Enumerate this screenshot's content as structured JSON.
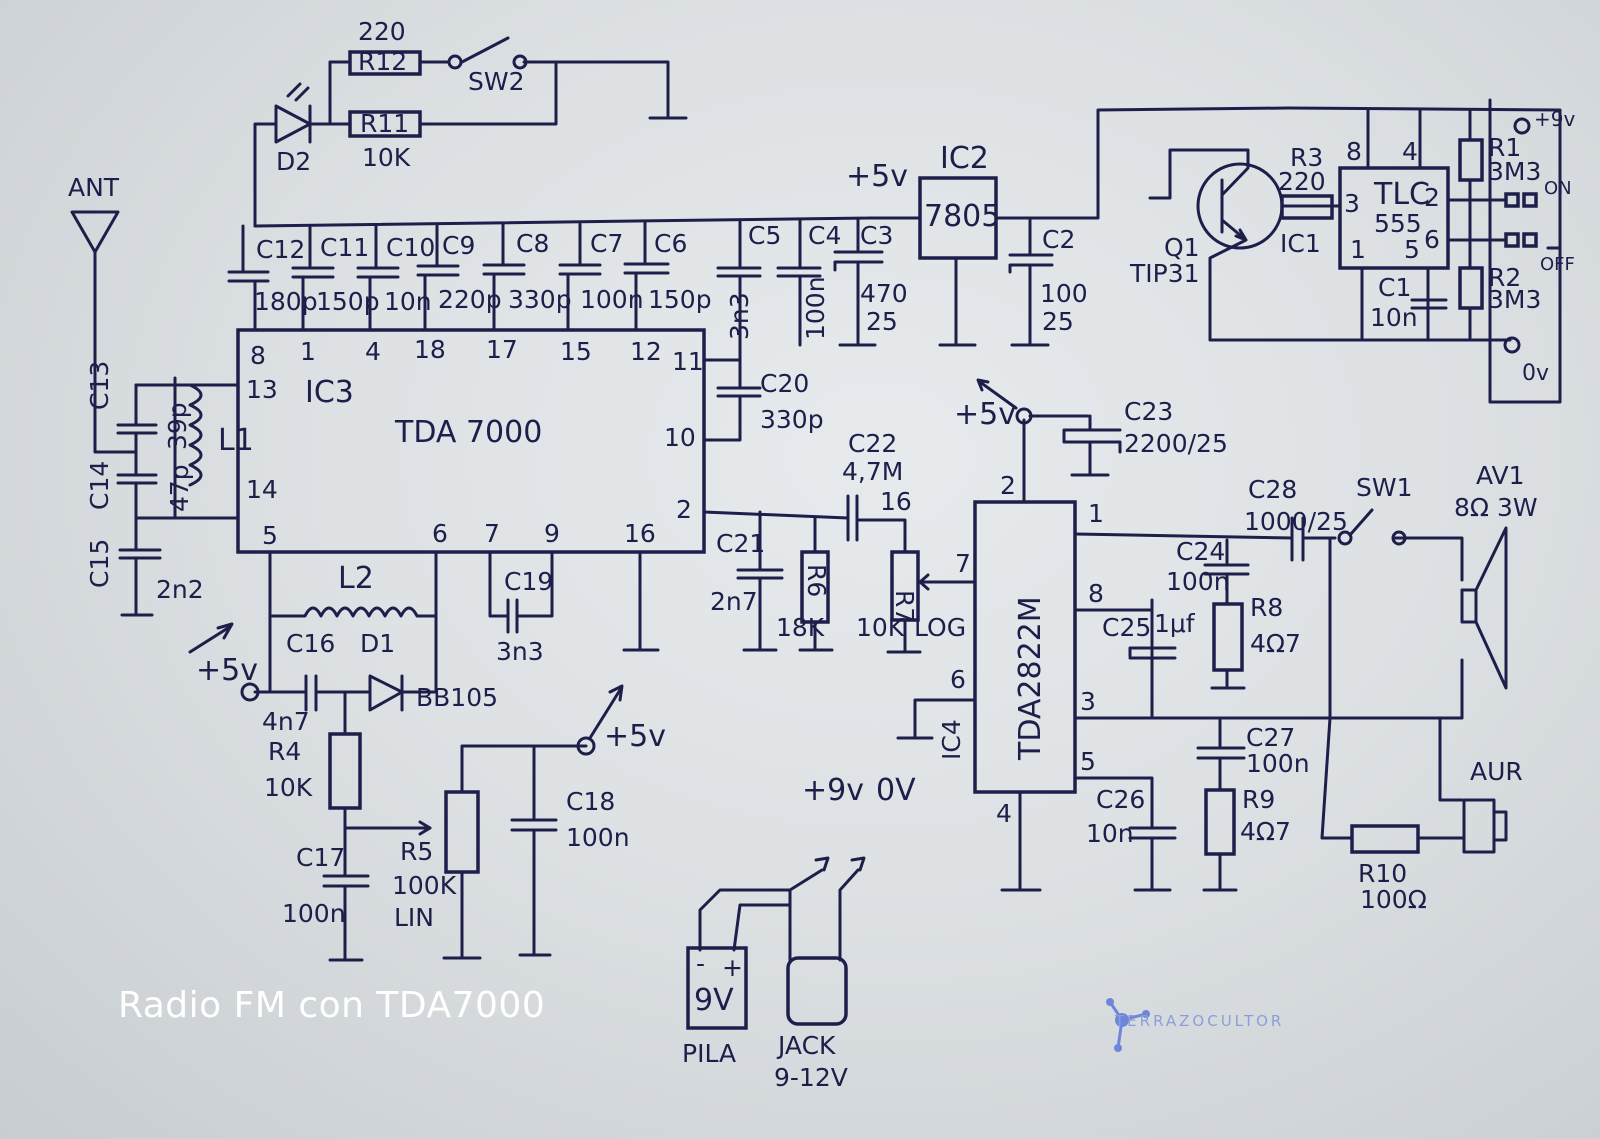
{
  "caption": "Radio FM con TDA7000",
  "watermark": "TERRAZOCULTOR",
  "ink_color": "#1d1f4a",
  "chips": {
    "ic3_ref": "IC3",
    "ic3_name": "TDA 7000",
    "ic4_ref": "IC4",
    "ic4_name": "TDA2822M",
    "ic2_ref": "IC2",
    "ic2_name": "7805",
    "ic1_ref": "IC1",
    "ic1_name_a": "TLC",
    "ic1_name_b": "555",
    "q1_ref": "Q1",
    "q1_name": "TIP31"
  },
  "ic3_pins": {
    "p8": "8",
    "p1": "1",
    "p4": "4",
    "p18": "18",
    "p17": "17",
    "p15": "15",
    "p12": "12",
    "p11": "11",
    "p13": "13",
    "p14": "14",
    "p10": "10",
    "p2": "2",
    "p5": "5",
    "p6": "6",
    "p7": "7",
    "p9": "9",
    "p16": "16"
  },
  "ic4_pins": {
    "p2": "2",
    "p1": "1",
    "p7": "7",
    "p8": "8",
    "p6": "6",
    "p3": "3",
    "p5": "5",
    "p4": "4"
  },
  "ic1_pins": {
    "p8": "8",
    "p4": "4",
    "p3": "3",
    "p2": "2",
    "p1": "1",
    "p5": "5",
    "p6": "6"
  },
  "labels": {
    "ant": "ANT",
    "r12_val": "220",
    "r12": "R12",
    "r11": "R11",
    "r11_val": "10K",
    "d2": "D2",
    "sw2": "SW2",
    "c12": "C12",
    "c12_val": "180p",
    "c11": "C11",
    "c11_val": "150p",
    "c10": "C10",
    "c10_val": "10n",
    "c9": "C9",
    "c9_val": "220p",
    "c8": "C8",
    "c8_val": "330p",
    "c7": "C7",
    "c7_val": "100n",
    "c6": "C6",
    "c6_val": "150p",
    "c5": "C5",
    "c5_val": "3n3",
    "c4": "C4",
    "c4_val": "100n",
    "c3": "C3",
    "c3_val_a": "470",
    "c3_val_b": "25",
    "c2": "C2",
    "c2_val_a": "100",
    "c2_val_b": "25",
    "plus5v": "+5v",
    "c13": "C13",
    "c13_val": "39p",
    "l1": "L1",
    "c14": "C14",
    "c14_val": "47p",
    "c15": "C15",
    "c15_val": "2n2",
    "c20": "C20",
    "c20_val": "330p",
    "c22": "C22",
    "c22_val": "4,7M",
    "c22_pin": "16",
    "c21": "C21",
    "c21_val": "2n7",
    "r6": "R6",
    "r6_val": "18K",
    "r7": "R7",
    "r7_val": "10K",
    "r7_type": "LOG",
    "l2": "L2",
    "c16": "C16",
    "c16_val": "4n7",
    "d1": "D1",
    "d1_val": "BB105",
    "c19": "C19",
    "c19_val": "3n3",
    "r4": "R4",
    "r4_val": "10K",
    "c17": "C17",
    "c17_val": "100n",
    "r5": "R5",
    "r5_val": "100K",
    "r5_type": "LIN",
    "c18": "C18",
    "c18_val": "100n",
    "c23": "C23",
    "c23_val": "2200/25",
    "c28": "C28",
    "c28_val": "1000/25",
    "sw1": "SW1",
    "av1": "AV1",
    "av1_val": "8Ω 3W",
    "c24": "C24",
    "c24_val": "100n",
    "r8": "R8",
    "r8_val": "4Ω7",
    "c25": "C25",
    "c25_val": "1μf",
    "c27": "C27",
    "c27_val": "100n",
    "r9": "R9",
    "r9_val": "4Ω7",
    "c26": "C26",
    "c26_val": "10n",
    "aur": "AUR",
    "r10": "R10",
    "r10_val": "100Ω",
    "r3": "R3",
    "r3_val": "220",
    "r1": "R1",
    "r1_val": "3M3",
    "r2": "R2",
    "r2_val": "3M3",
    "c1": "C1",
    "c1_val": "10n",
    "plus9v": "+9v",
    "on": "ON",
    "off": "OFF",
    "zero_v": "0v",
    "bat_plus9v": "+9v",
    "bat_0v": "0V",
    "pila_val": "9V",
    "pila_minus": "-",
    "pila_plus": "+",
    "pila": "PILA",
    "jack": "JACK",
    "jack_val": "9-12V"
  }
}
